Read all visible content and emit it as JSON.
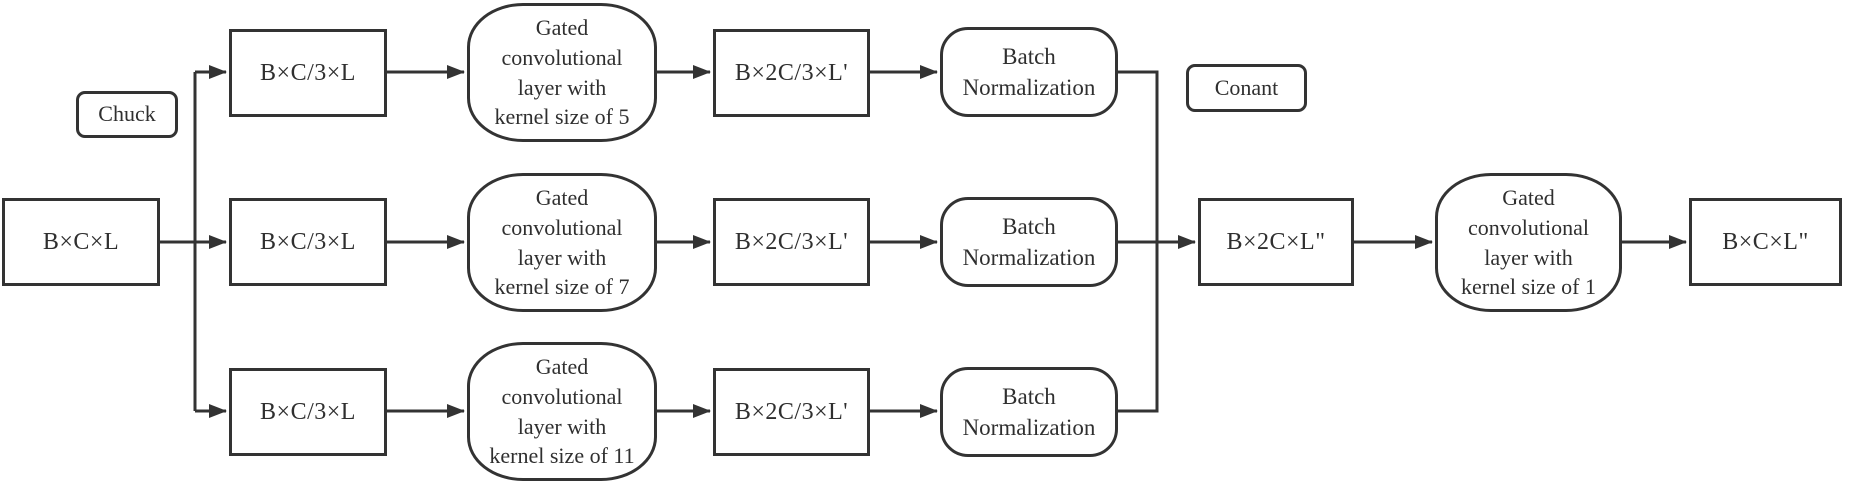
{
  "colors": {
    "line": "#333333",
    "text": "#2f2f2f",
    "background": "#ffffff"
  },
  "diagram": {
    "input": {
      "label": "B×C×L"
    },
    "chunk_tag": {
      "label": "Chuck"
    },
    "concat_tag": {
      "label": "Conant"
    },
    "branches": [
      {
        "split_label": "B×C/3×L",
        "conv_lines": [
          "Gated",
          "convolutional",
          "layer with",
          "kernel size of 5"
        ],
        "out_label": "B×2C/3×L'",
        "bn_lines": [
          "Batch",
          "Normalization"
        ]
      },
      {
        "split_label": "B×C/3×L",
        "conv_lines": [
          "Gated",
          "convolutional",
          "layer with",
          "kernel size of 7"
        ],
        "out_label": "B×2C/3×L'",
        "bn_lines": [
          "Batch",
          "Normalization"
        ]
      },
      {
        "split_label": "B×C/3×L",
        "conv_lines": [
          "Gated",
          "convolutional",
          "layer with",
          "kernel size of 11"
        ],
        "out_label": "B×2C/3×L'",
        "bn_lines": [
          "Batch",
          "Normalization"
        ]
      }
    ],
    "merge": {
      "label": "B×2C×L\""
    },
    "final_conv_lines": [
      "Gated",
      "convolutional",
      "layer with",
      "kernel size of 1"
    ],
    "output": {
      "label": "B×C×L\""
    }
  }
}
